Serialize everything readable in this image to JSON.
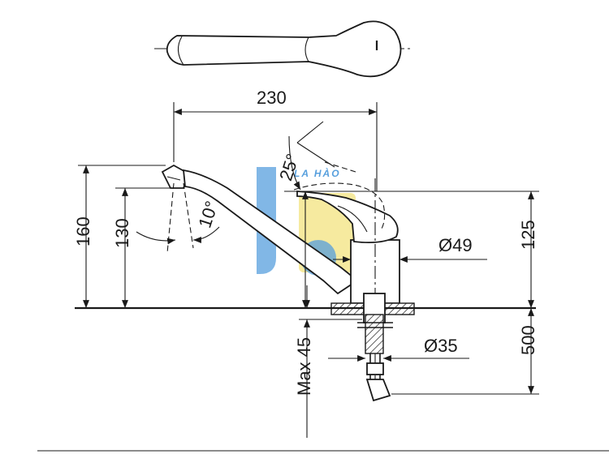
{
  "dimensions": {
    "width_230": "230",
    "height_160": "160",
    "height_130": "130",
    "height_125": "125",
    "hose_500": "500",
    "max_45": "Max 45",
    "diameter_49": "Ø49",
    "diameter_35": "Ø35",
    "angle_10": "10°",
    "angle_25": "25°"
  },
  "watermark": {
    "text": "LA HÀO",
    "colors": {
      "blue": "#3a8fd8",
      "yellow": "#f3e27a"
    }
  }
}
